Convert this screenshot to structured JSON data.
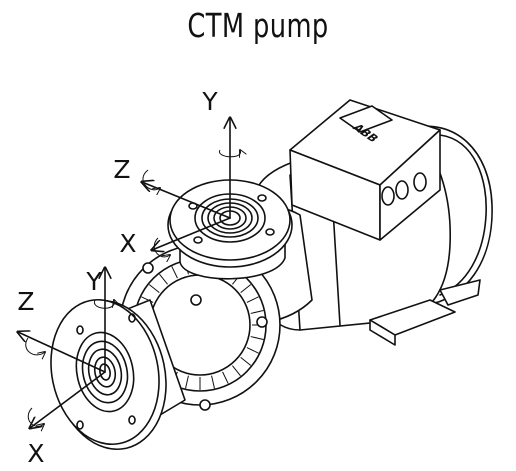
{
  "title": "CTM pump",
  "axes": {
    "top_nozzle": {
      "y": "Y",
      "z": "Z",
      "x": "X"
    },
    "front_nozzle": {
      "y": "Y",
      "z": "Z",
      "x": "X"
    }
  },
  "brand_mark": "ABB"
}
